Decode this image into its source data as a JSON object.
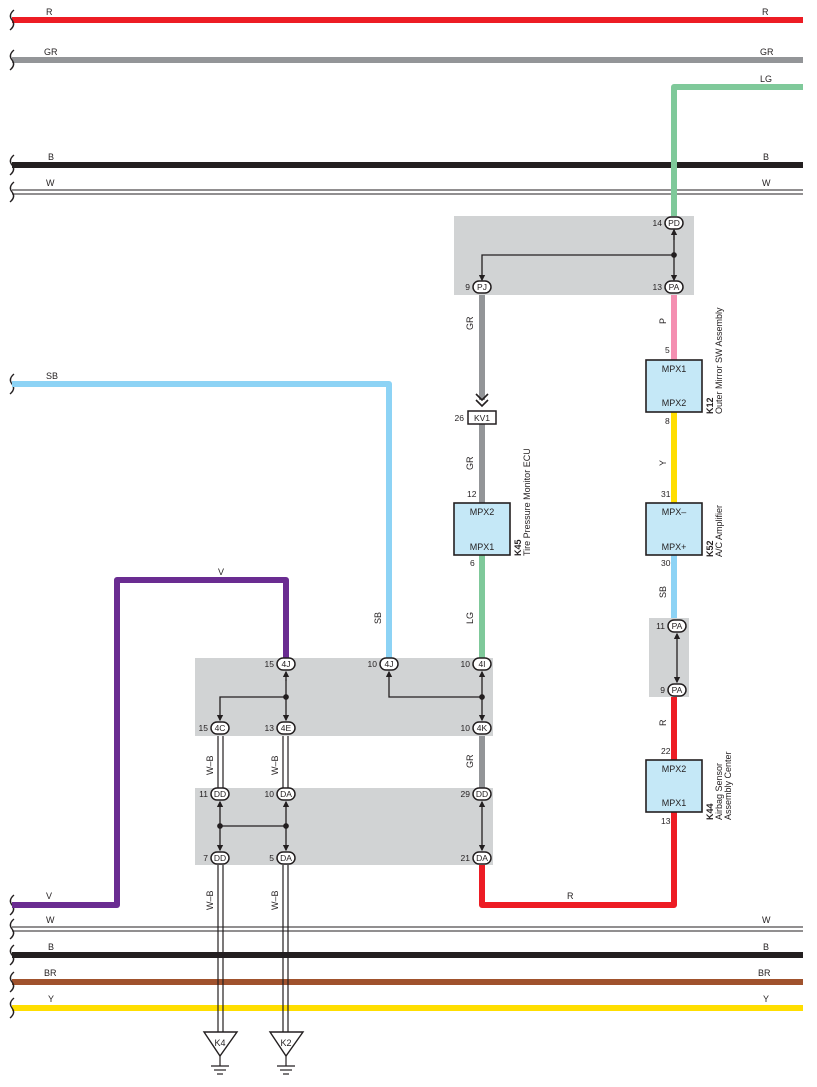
{
  "colors": {
    "R": "#ed1c24",
    "GR": "#939598",
    "LG": "#7fc99a",
    "B": "#231f20",
    "W": "#ffffff",
    "SB": "#8dd3f5",
    "V": "#6a2c91",
    "P": "#f48fb1",
    "Y": "#ffde00",
    "BR": "#a0522d",
    "junction_fill": "#d1d3d4",
    "component_fill": "#c5e8f7"
  },
  "bus": {
    "R_left": "R",
    "R_right": "R",
    "GR_left": "GR",
    "GR_right": "GR",
    "LG_top": "LG",
    "B_left": "B",
    "B_right": "B",
    "W_left": "W",
    "W_right": "W",
    "SB_left": "SB",
    "V_left": "V",
    "W2_left": "W",
    "W2_right": "W",
    "B2_left": "B",
    "B2_right": "B",
    "BR_left": "BR",
    "BR_right": "BR",
    "Y_left": "Y",
    "Y_right": "Y"
  },
  "wires": {
    "pd_pj": "GR",
    "kv1_mpx2": "GR",
    "k45_4i": "LG",
    "sb_4j": "SB",
    "v_4j": "V",
    "pa_k12": "P",
    "k12_k52": "Y",
    "k52_pa": "SB",
    "pa_k44": "R",
    "c4_dd": "W–B",
    "e4_da": "W–B",
    "k4_dd": "GR",
    "dd_k4": "W–B",
    "da_k2": "W–B",
    "bottom_r": "R"
  },
  "pins": {
    "pd": {
      "num": "14",
      "name": "PD"
    },
    "pj": {
      "num": "9",
      "name": "PJ"
    },
    "pa_top": {
      "num": "13",
      "name": "PA"
    },
    "kv1": {
      "num": "26",
      "name": "KV1"
    },
    "k45_in": "12",
    "k45_out": "6",
    "k12_in": "5",
    "k12_out": "8",
    "k52_in": "31",
    "k52_out": "30",
    "pa_mid1": {
      "num": "11",
      "name": "PA"
    },
    "pa_mid2": {
      "num": "9",
      "name": "PA"
    },
    "k44_in": "22",
    "k44_out": "13",
    "j4_15": {
      "num": "15",
      "name": "4J"
    },
    "j4_10": {
      "num": "10",
      "name": "4J"
    },
    "i4_10": {
      "num": "10",
      "name": "4I"
    },
    "c4_15": {
      "num": "15",
      "name": "4C"
    },
    "e4_13": {
      "num": "13",
      "name": "4E"
    },
    "k4_10": {
      "num": "10",
      "name": "4K"
    },
    "dd_11": {
      "num": "11",
      "name": "DD"
    },
    "da_10": {
      "num": "10",
      "name": "DA"
    },
    "dd_29": {
      "num": "29",
      "name": "DD"
    },
    "dd_7": {
      "num": "7",
      "name": "DD"
    },
    "da_5": {
      "num": "5",
      "name": "DA"
    },
    "da_21": {
      "num": "21",
      "name": "DA"
    }
  },
  "components": {
    "k45": {
      "top": "MPX2",
      "bottom": "MPX1",
      "code": "K45",
      "name": "Tire Pressure Monitor ECU"
    },
    "k12": {
      "top": "MPX1",
      "bottom": "MPX2",
      "code": "K12",
      "name": "Outer Mirror SW Assembly"
    },
    "k52": {
      "top": "MPX–",
      "bottom": "MPX+",
      "code": "K52",
      "name": "A/C Amplifier"
    },
    "k44": {
      "top": "MPX2",
      "bottom": "MPX1",
      "code": "K44",
      "name1": "Airbag Sensor",
      "name2": "Assembly Center"
    }
  },
  "grounds": {
    "k4": "K4",
    "k2": "K2"
  }
}
